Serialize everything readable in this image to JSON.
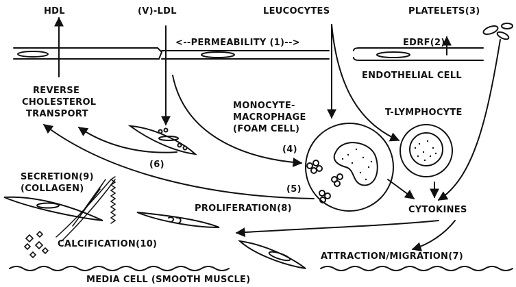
{
  "labels": {
    "hdl": "HDL",
    "vldl": "(V)-LDL",
    "leucocytes": "LEUCOCYTES",
    "platelets": "PLATELETS(3)",
    "permeability": "<--PERMEABILITY (1)-->",
    "edrf": "EDRF(2)",
    "endothelial_cell": "ENDOTHELIAL CELL",
    "reverse_cholesterol": [
      "REVERSE",
      "CHOLESTEROL",
      "TRANSPORT"
    ],
    "monocyte": [
      "MONOCYTE-",
      "MACROPHAGE",
      "(FOAM CELL)"
    ],
    "t_lymphocyte": "T-LYMPHOCYTE",
    "step4": "(4)",
    "step5": "(5)",
    "step6": "(6)",
    "secretion": [
      "SECRETION(9)",
      "(COLLAGEN)"
    ],
    "proliferation": "PROLIFERATION(8)",
    "cytokines": "CYTOKINES",
    "calcification": "CALCIFICATION(10)",
    "attraction": "ATTRACTION/MIGRATION(7)",
    "media_cell": "MEDIA CELL (SMOOTH MUSCLE)"
  },
  "colors": {
    "ink": "#111111",
    "background": "#ffffff"
  }
}
